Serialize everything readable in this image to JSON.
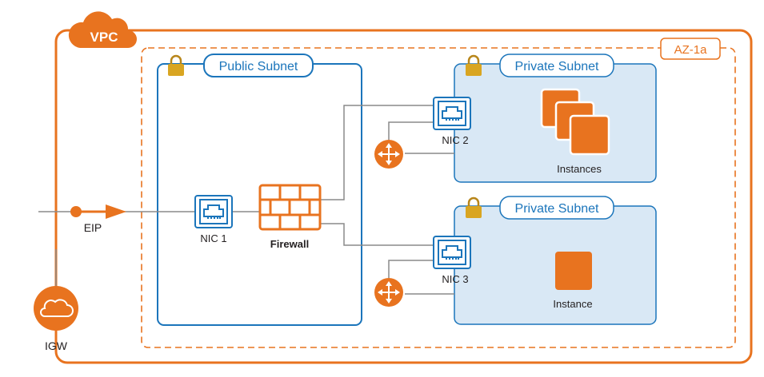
{
  "vpc": {
    "label": "VPC"
  },
  "az": {
    "label": "AZ-1a"
  },
  "public_subnet": {
    "label": "Public Subnet"
  },
  "private_subnet_top": {
    "label": "Private Subnet"
  },
  "private_subnet_bottom": {
    "label": "Private Subnet"
  },
  "nic1": {
    "label": "NIC 1"
  },
  "nic2": {
    "label": "NIC 2"
  },
  "nic3": {
    "label": "NIC 3"
  },
  "firewall": {
    "label": "Firewall"
  },
  "eip": {
    "label": "EIP"
  },
  "igw": {
    "label": "IGW"
  },
  "instances_top": {
    "label": "Instances"
  },
  "instance_bottom": {
    "label": "Instance"
  },
  "icons": [
    "cloud-icon",
    "lock-icon",
    "nic-icon",
    "firewall-icon",
    "router-icon",
    "instance-icon",
    "arrow-icon"
  ],
  "colors": {
    "orange": "#e8731f",
    "blue": "#1b75bb",
    "subnet_fill": "#d9e8f5",
    "lock": "#d9a521",
    "line": "#8a8a8a"
  }
}
